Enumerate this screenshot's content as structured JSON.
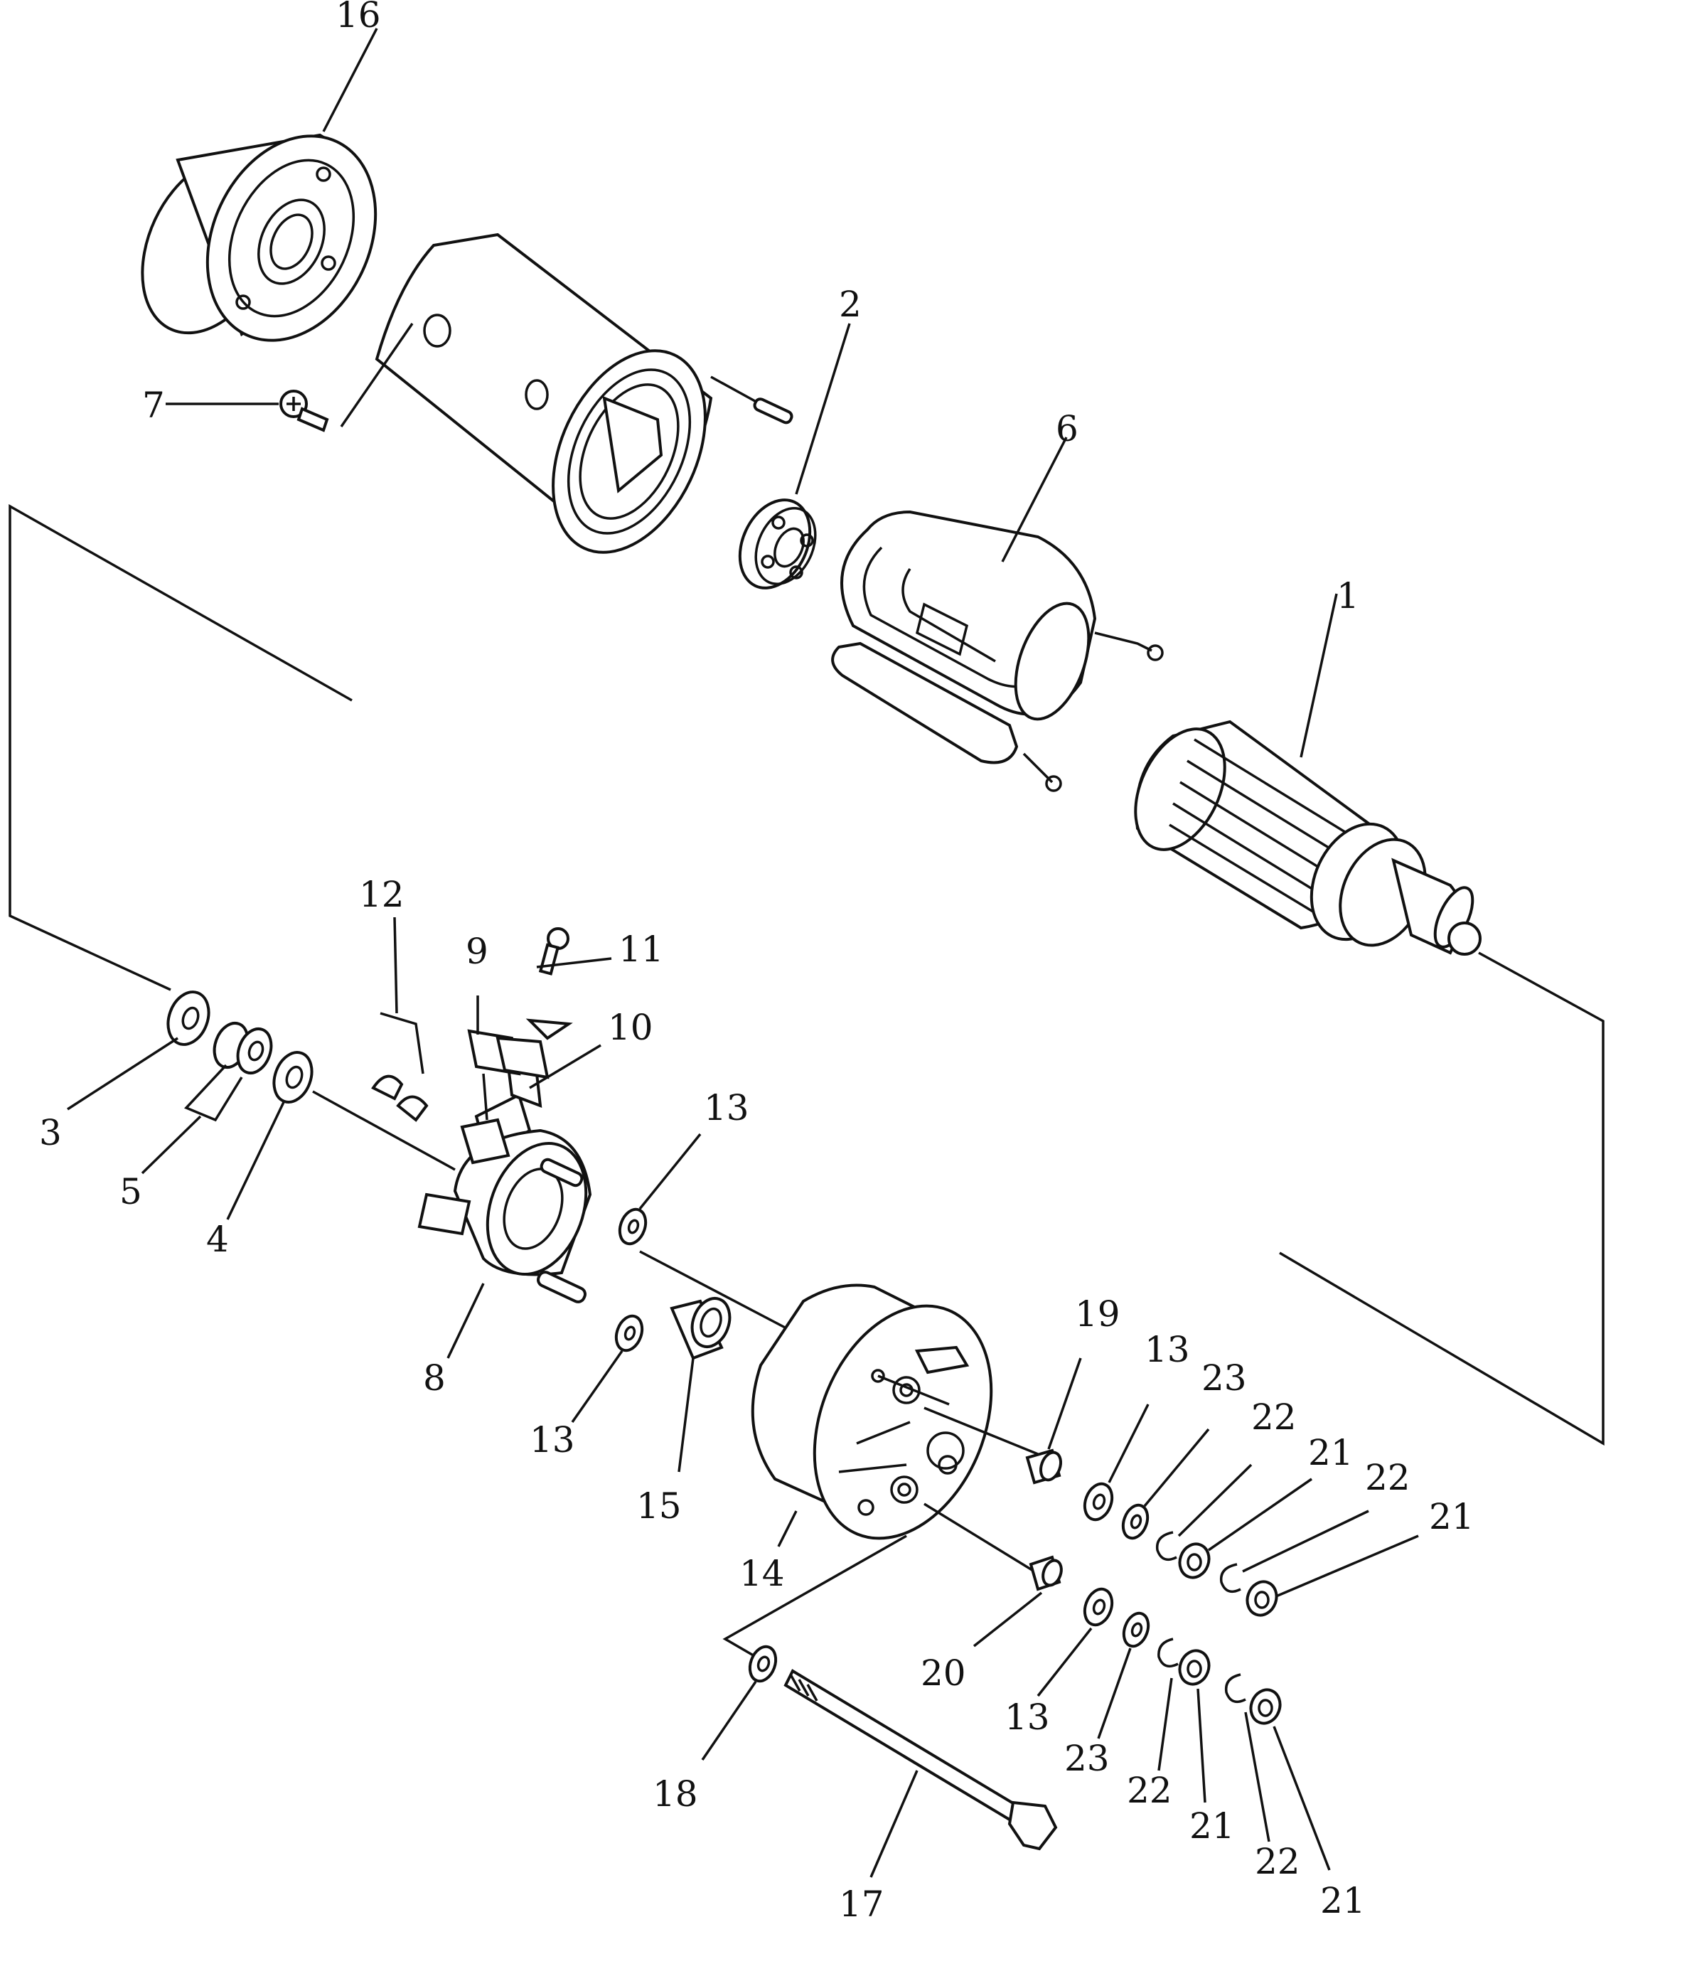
{
  "labels": {
    "p16": "16",
    "p7": "7",
    "p2": "2",
    "p6": "6",
    "p1": "1",
    "p12": "12",
    "p9": "9",
    "p11": "11",
    "p10": "10",
    "p3": "3",
    "p5": "5",
    "p4": "4",
    "p13a": "13",
    "p8": "8",
    "p13b": "13",
    "p15": "15",
    "p14": "14",
    "p19": "19",
    "p13c": "13",
    "p23a": "23",
    "p22a": "22",
    "p21a": "21",
    "p22b": "22",
    "p21b": "21",
    "p20": "20",
    "p18": "18",
    "p13d": "13",
    "p23b": "23",
    "p22c": "22",
    "p21c": "21",
    "p22d": "22",
    "p21d": "21",
    "p17": "17"
  },
  "ink_color": "#111111",
  "paper_color": "#ffffff"
}
